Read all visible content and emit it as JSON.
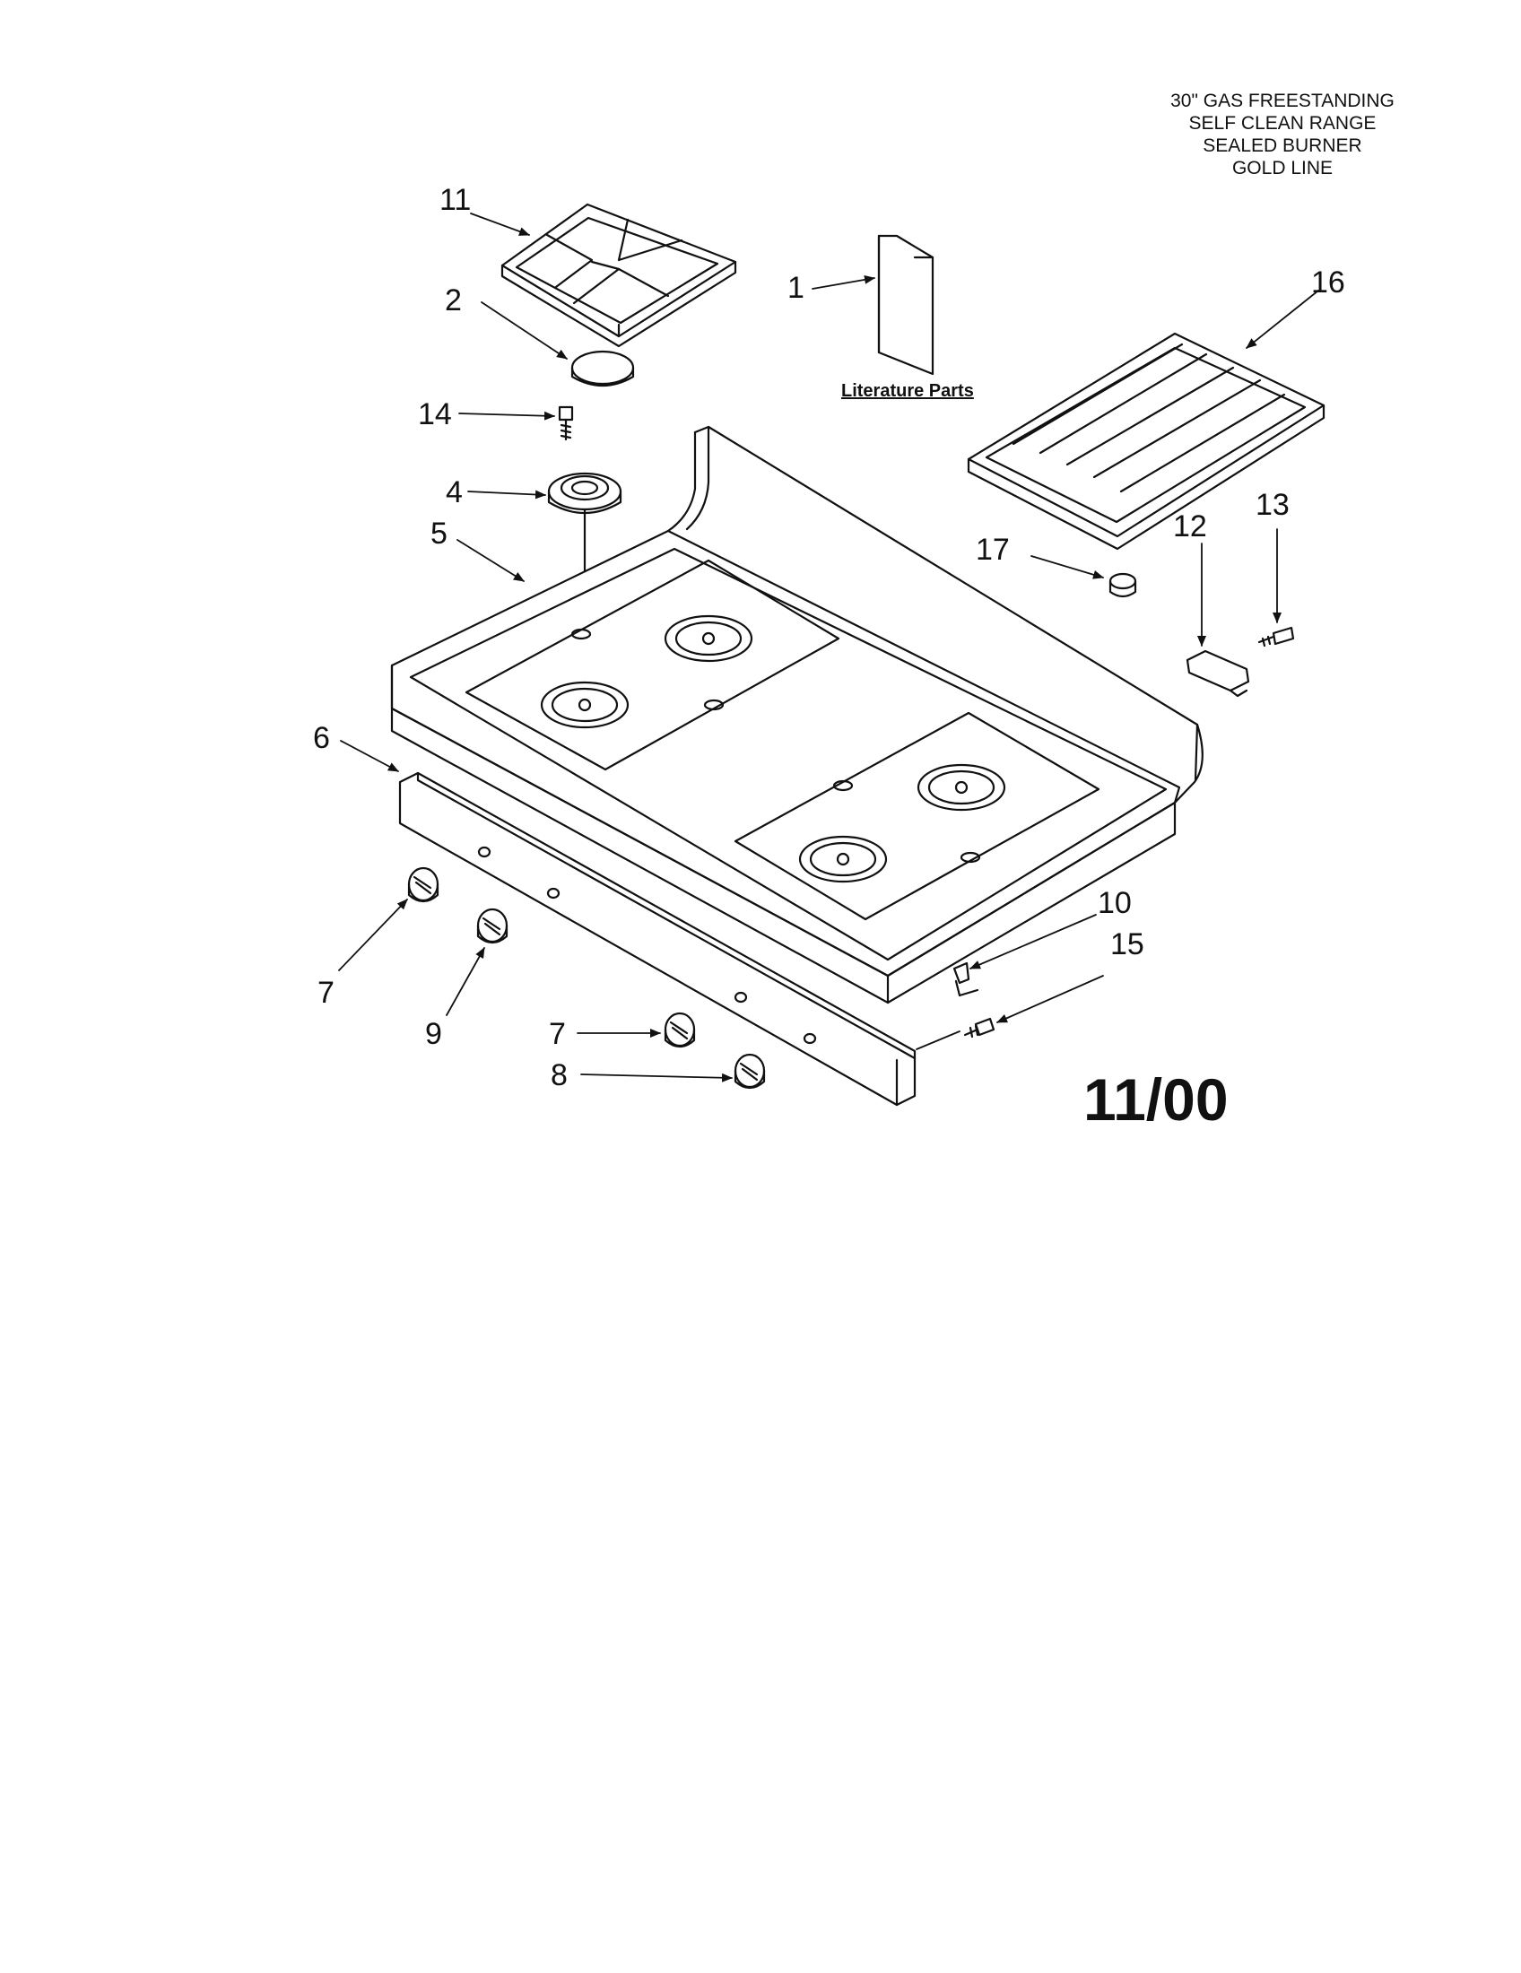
{
  "title": {
    "lines": [
      "30\" GAS FREESTANDING",
      "SELF CLEAN RANGE",
      "SEALED BURNER",
      "GOLD LINE"
    ]
  },
  "callouts": {
    "c1": "1",
    "c2": "2",
    "c4": "4",
    "c5": "5",
    "c6": "6",
    "c7a": "7",
    "c7b": "7",
    "c8": "8",
    "c9": "9",
    "c10": "10",
    "c11": "11",
    "c12": "12",
    "c13": "13",
    "c14": "14",
    "c15": "15",
    "c16": "16",
    "c17": "17"
  },
  "literature_label": "Literature Parts",
  "date_code": "11/00"
}
